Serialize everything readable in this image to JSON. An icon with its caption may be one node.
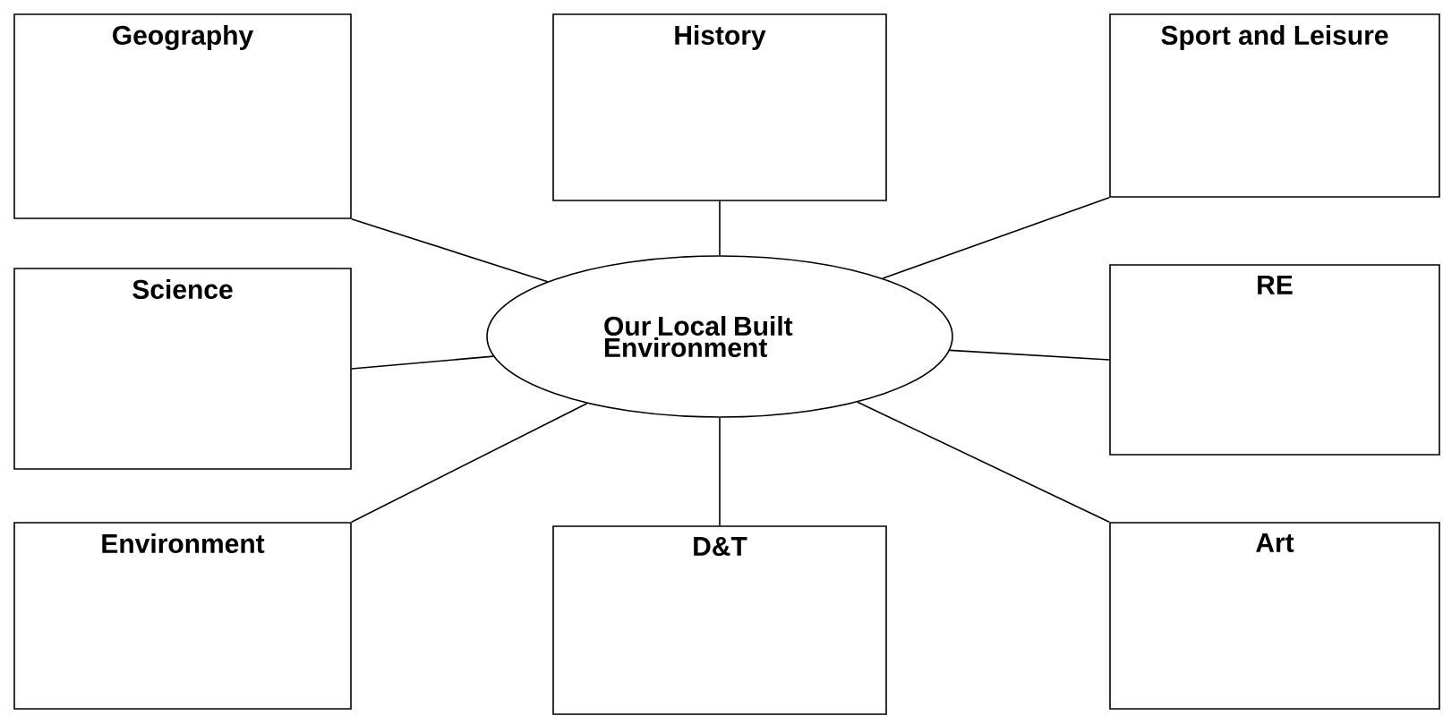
{
  "diagram": {
    "nodes": [
      {
        "text": [
          "Geography"
        ]
      },
      {
        "text": [
          "History"
        ]
      },
      {
        "text": [
          "Sport and Leisure"
        ]
      },
      {
        "text": [
          "Science"
        ]
      },
      {
        "text": [
          "Our Local Built Environment"
        ]
      },
      {
        "text": [
          "RE"
        ]
      },
      {
        "text": [
          "Environment"
        ]
      },
      {
        "text": [
          "D&T"
        ]
      },
      {
        "text": [
          "Art"
        ]
      }
    ],
    "edges": [
      {
        "from": 4,
        "to": 0,
        "arrow": "none"
      },
      {
        "from": 4,
        "to": 1,
        "arrow": "none"
      },
      {
        "from": 4,
        "to": 2,
        "arrow": "none"
      },
      {
        "from": 4,
        "to": 3,
        "arrow": "none"
      },
      {
        "from": 4,
        "to": 5,
        "arrow": "none"
      },
      {
        "from": 4,
        "to": 6,
        "arrow": "none"
      },
      {
        "from": 4,
        "to": 7,
        "arrow": "none"
      },
      {
        "from": 4,
        "to": 8,
        "arrow": "none"
      }
    ]
  }
}
